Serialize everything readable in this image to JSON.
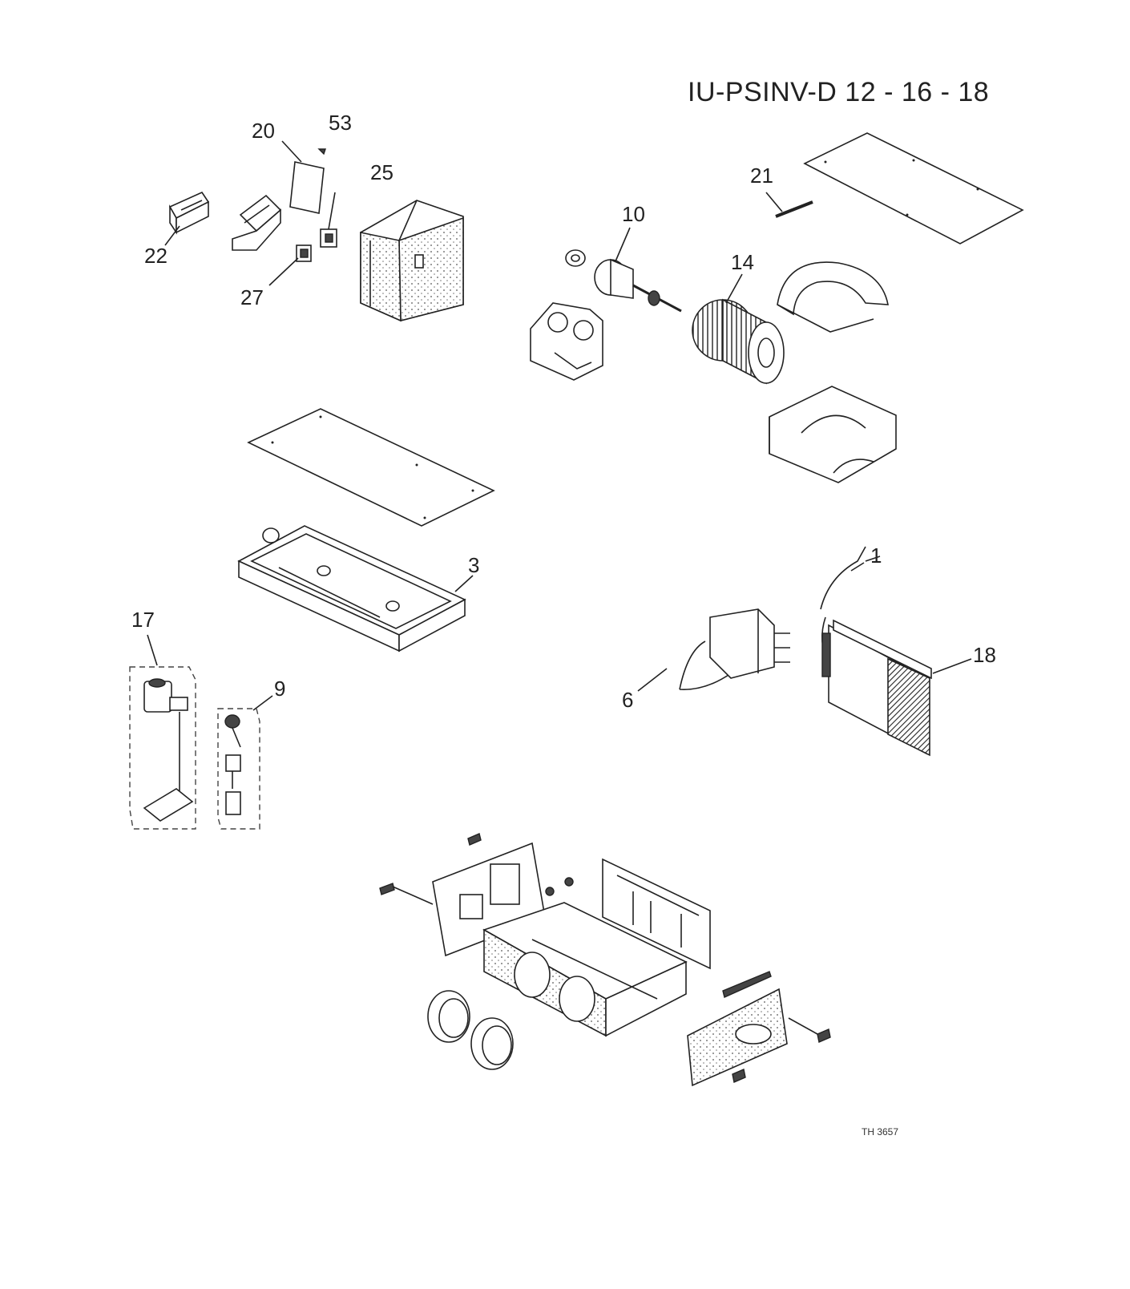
{
  "title": "IU-PSINV-D 12 - 16 - 18",
  "ref_code": "TH 3657",
  "callouts": [
    {
      "id": "c20",
      "label": "20"
    },
    {
      "id": "c53",
      "label": "53"
    },
    {
      "id": "c25",
      "label": "25"
    },
    {
      "id": "c22",
      "label": "22"
    },
    {
      "id": "c27",
      "label": "27"
    },
    {
      "id": "c21",
      "label": "21"
    },
    {
      "id": "c10",
      "label": "10"
    },
    {
      "id": "c14",
      "label": "14"
    },
    {
      "id": "c3",
      "label": "3"
    },
    {
      "id": "c17",
      "label": "17"
    },
    {
      "id": "c9",
      "label": "9"
    },
    {
      "id": "c1",
      "label": "1"
    },
    {
      "id": "c18",
      "label": "18"
    },
    {
      "id": "c6",
      "label": "6"
    }
  ]
}
